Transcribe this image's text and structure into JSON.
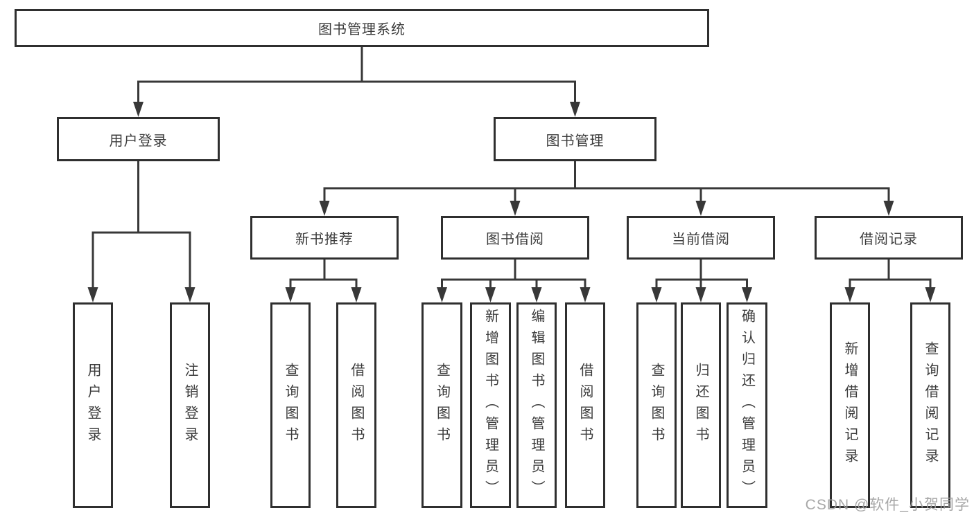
{
  "diagram": {
    "title_note": "library management system functional structure",
    "root": {
      "label": "图书管理系统"
    },
    "level2": [
      {
        "label": "用户登录"
      },
      {
        "label": "图书管理"
      }
    ],
    "level3": [
      {
        "label": "新书推荐"
      },
      {
        "label": "图书借阅"
      },
      {
        "label": "当前借阅"
      },
      {
        "label": "借阅记录"
      }
    ],
    "leaves": [
      {
        "label": "用户登录"
      },
      {
        "label": "注销登录"
      },
      {
        "label": "查询图书"
      },
      {
        "label": "借阅图书"
      },
      {
        "label": "查询图书"
      },
      {
        "label": "新增图书（管理员）"
      },
      {
        "label": "编辑图书（管理员）"
      },
      {
        "label": "借阅图书"
      },
      {
        "label": "查询图书"
      },
      {
        "label": "归还图书"
      },
      {
        "label": "确认归还（管理员）"
      },
      {
        "label": "新增借阅记录"
      },
      {
        "label": "查询借阅记录"
      }
    ]
  },
  "watermark": {
    "text": "CSDN @软件_小贺同学"
  },
  "colors": {
    "line": "#383838",
    "border": "#2f2f2f",
    "text": "#3c3c3c",
    "watermark": "#a0a0a0",
    "background": "#ffffff"
  }
}
